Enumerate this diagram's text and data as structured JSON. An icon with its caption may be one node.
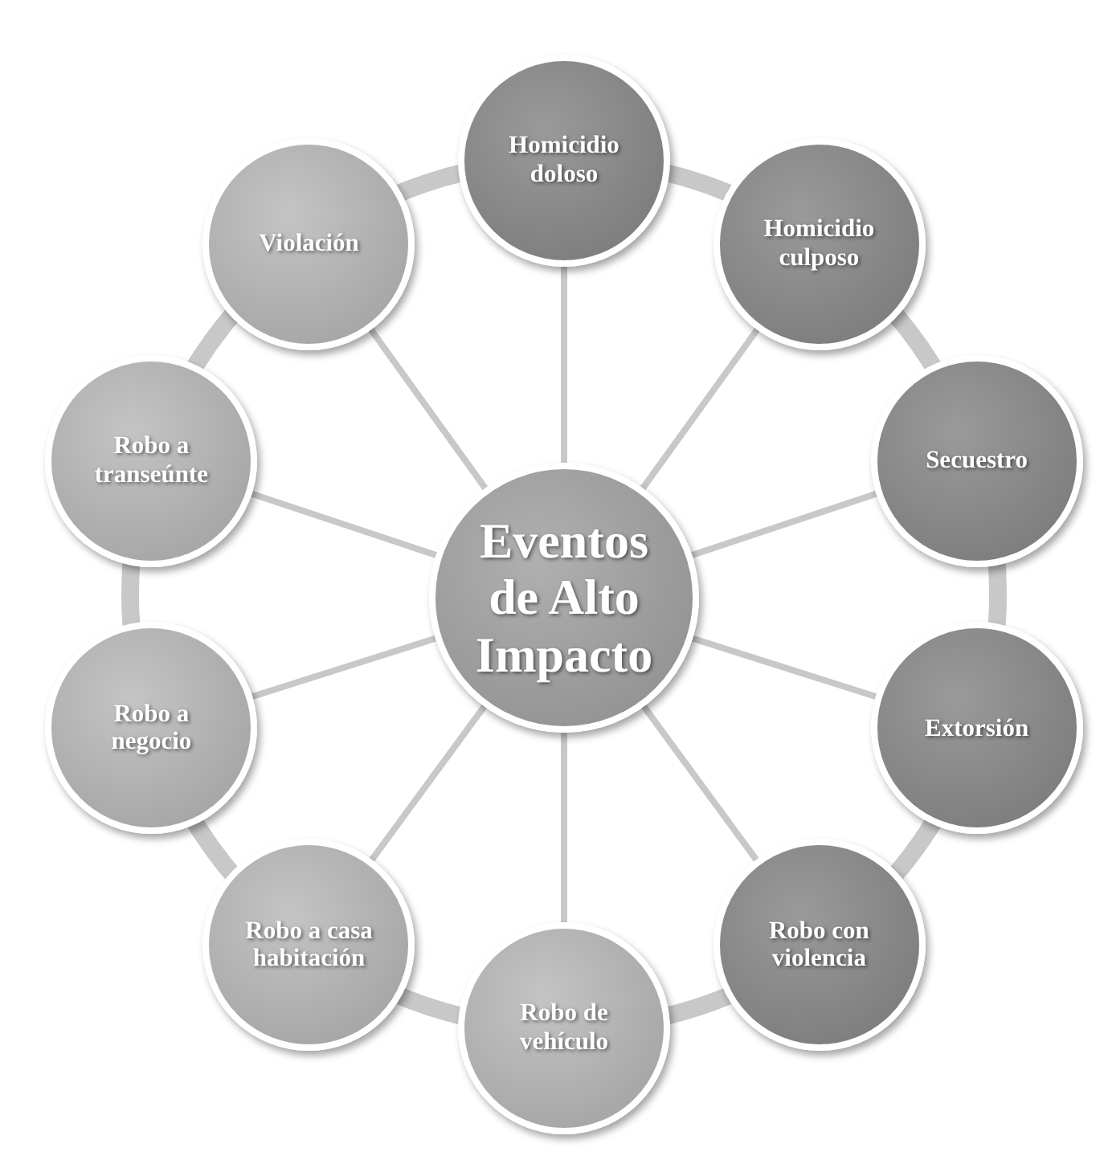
{
  "diagram": {
    "nodes": [
      {
        "text": [
          "Eventos de Alto Impacto"
        ]
      },
      {
        "text": [
          "Homicidio doloso"
        ]
      },
      {
        "text": [
          "Homicidio culposo"
        ]
      },
      {
        "text": [
          "Secuestro"
        ]
      },
      {
        "text": [
          "Extorsión"
        ]
      },
      {
        "text": [
          "Robo con violencia"
        ]
      },
      {
        "text": [
          "Robo de vehículo"
        ]
      },
      {
        "text": [
          "Robo a casa habitación"
        ]
      },
      {
        "text": [
          "Robo a negocio"
        ]
      },
      {
        "text": [
          "Robo a transeúnte"
        ]
      },
      {
        "text": [
          "Violación"
        ]
      }
    ],
    "edges": [
      {
        "from": 0,
        "to": 1,
        "arrow": "none"
      },
      {
        "from": 0,
        "to": 2,
        "arrow": "none"
      },
      {
        "from": 0,
        "to": 3,
        "arrow": "none"
      },
      {
        "from": 0,
        "to": 4,
        "arrow": "none"
      },
      {
        "from": 0,
        "to": 5,
        "arrow": "none"
      },
      {
        "from": 0,
        "to": 6,
        "arrow": "none"
      },
      {
        "from": 0,
        "to": 7,
        "arrow": "none"
      },
      {
        "from": 0,
        "to": 8,
        "arrow": "none"
      },
      {
        "from": 0,
        "to": 9,
        "arrow": "none"
      },
      {
        "from": 0,
        "to": 10,
        "arrow": "none"
      }
    ]
  }
}
